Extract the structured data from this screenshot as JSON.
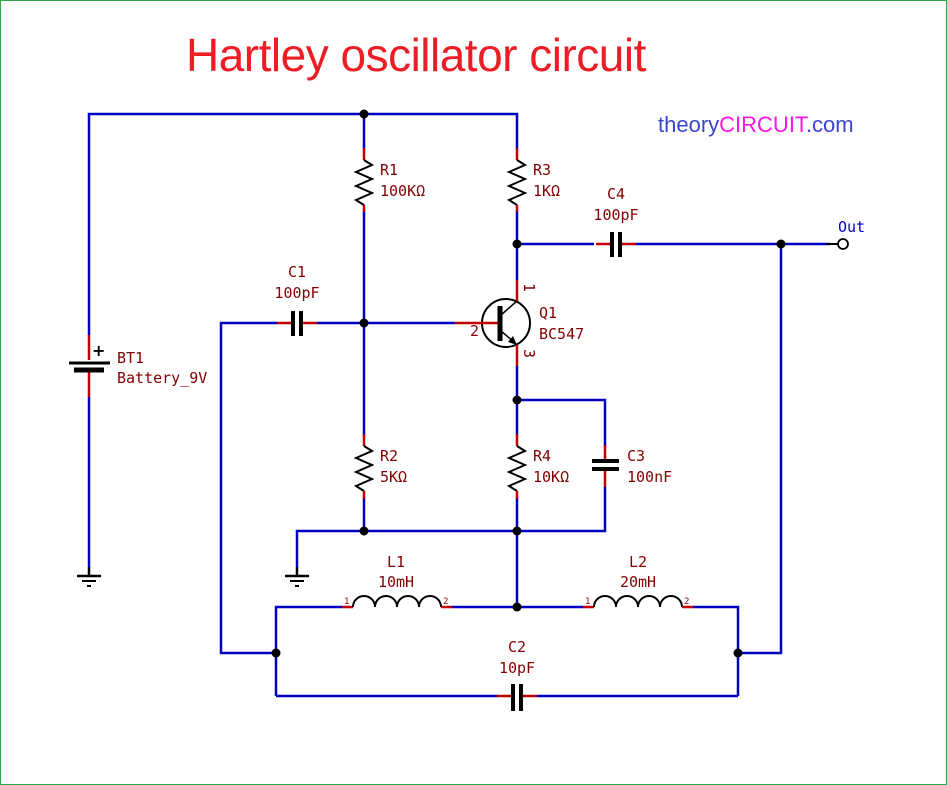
{
  "title": "Hartley oscillator circuit",
  "brand": {
    "part1": "theory",
    "part2": "CIRCUIT",
    "part3": ".com"
  },
  "colors": {
    "title": "#ee1c24",
    "wire": "#0000c4",
    "pin": "#c40000",
    "label": "#840000",
    "frame": "#2aa84a",
    "brand_blue": "#3b46d0",
    "brand_magenta": "#ff14e6"
  },
  "components": {
    "bt1": {
      "ref": "BT1",
      "value": "Battery_9V",
      "plus": "+"
    },
    "r1": {
      "ref": "R1",
      "value": "100KΩ"
    },
    "r2": {
      "ref": "R2",
      "value": "5KΩ"
    },
    "r3": {
      "ref": "R3",
      "value": "1KΩ"
    },
    "r4": {
      "ref": "R4",
      "value": "10KΩ"
    },
    "c1": {
      "ref": "C1",
      "value": "100pF"
    },
    "c2": {
      "ref": "C2",
      "value": "10pF"
    },
    "c3": {
      "ref": "C3",
      "value": "100nF"
    },
    "c4": {
      "ref": "C4",
      "value": "100pF"
    },
    "l1": {
      "ref": "L1",
      "value": "10mH",
      "pin1": "1",
      "pin2": "2"
    },
    "l2": {
      "ref": "L2",
      "value": "20mH",
      "pin1": "1",
      "pin2": "2"
    },
    "q1": {
      "ref": "Q1",
      "value": "BC547",
      "pin_collector": "1",
      "pin_base": "2",
      "pin_emitter": "3"
    }
  },
  "output": {
    "label": "Out"
  }
}
